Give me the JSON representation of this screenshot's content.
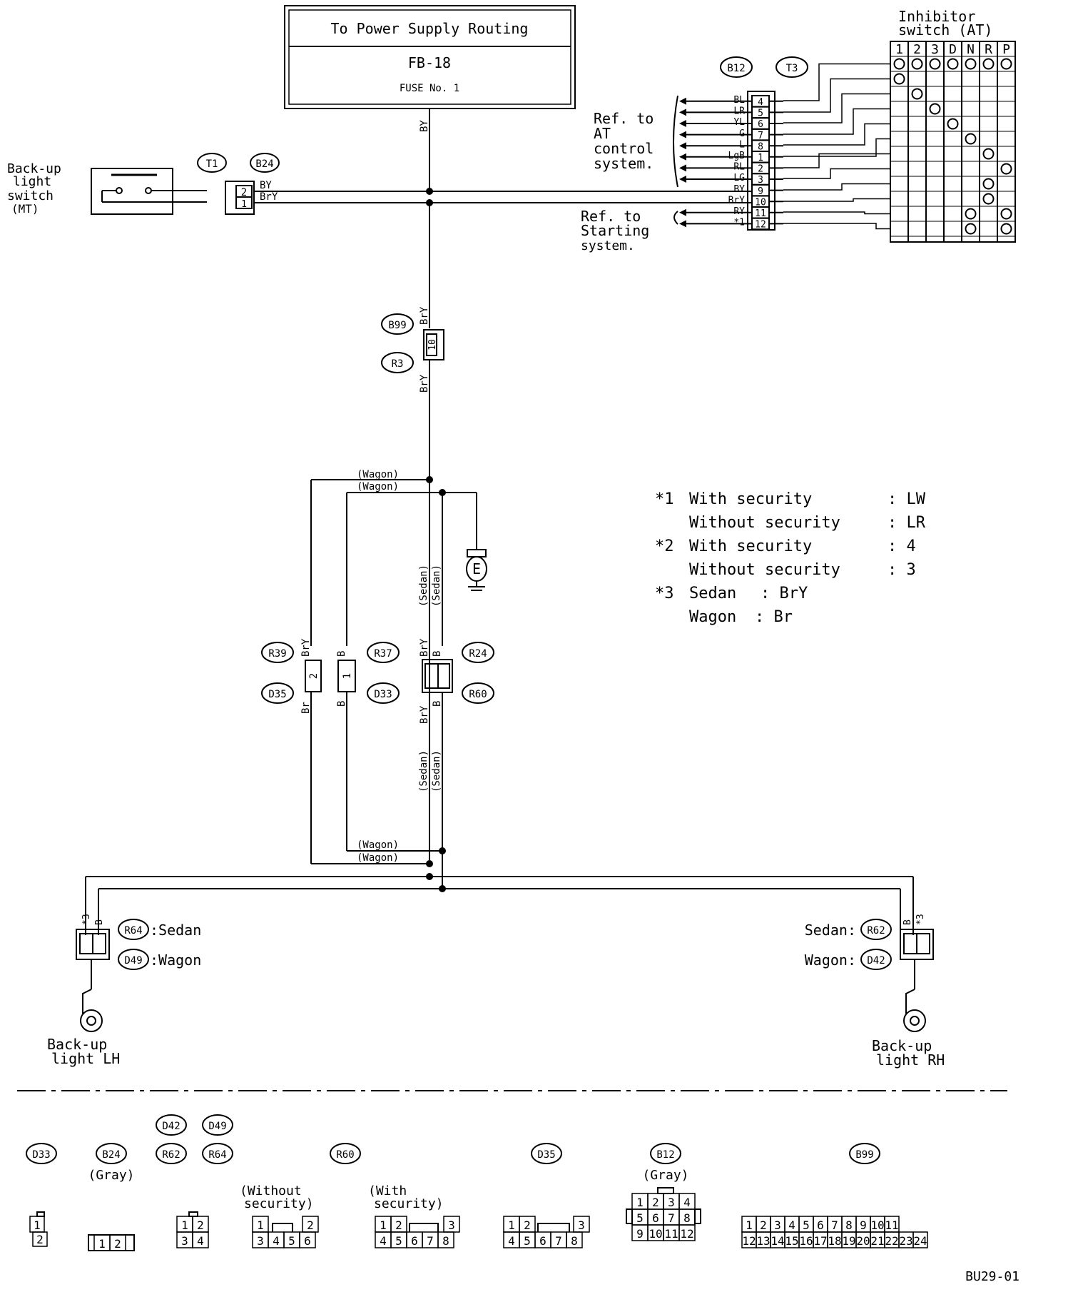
{
  "fuse_box": {
    "title": "To Power Supply Routing",
    "fb": "FB-18",
    "fuse": "FUSE No. 1"
  },
  "inhibitor": {
    "title_line1": "Inhibitor",
    "title_line2": "switch (AT)",
    "positions": [
      "1",
      "2",
      "3",
      "D",
      "N",
      "R",
      "P"
    ]
  },
  "backup_switch": {
    "line1": "Back-up",
    "line2": "light",
    "line3": "switch",
    "line4": "(MT)"
  },
  "ref_at": {
    "line1": "Ref. to",
    "line2": "AT",
    "line3": "control",
    "line4": "system."
  },
  "ref_start": {
    "line1": "Ref. to",
    "line2": "Starting",
    "line3": "system."
  },
  "connectors": {
    "T1": "T1",
    "B24": "B24",
    "B12": "B12",
    "T3": "T3",
    "B99": "B99",
    "R3": "R3",
    "R39": "R39",
    "R37": "R37",
    "R24": "R24",
    "D35": "D35",
    "D33": "D33",
    "R60": "R60",
    "R64": "R64",
    "D49": "D49",
    "R62": "R62",
    "D42": "D42"
  },
  "b12_pins": [
    "4",
    "5",
    "6",
    "7",
    "8",
    "1",
    "2",
    "3",
    "9",
    "10",
    "11",
    "12"
  ],
  "b12_wires": [
    "BL",
    "LR",
    "YL",
    "G",
    "L",
    "LgB",
    "RL",
    "LG",
    "BY",
    "BrY",
    "RY",
    "*1"
  ],
  "wires": {
    "BY": "BY",
    "BrY": "BrY",
    "B": "B",
    "Br": "Br",
    "Wagon": "(Wagon)",
    "Sedan": "(Sedan)",
    "star3": "*3",
    "one": "1",
    "two": "2",
    "ten": "10"
  },
  "ground": "E",
  "lamp_lh": {
    "line1": "Back-up",
    "line2": "light LH",
    "sedan": ":Sedan",
    "wagon": ":Wagon"
  },
  "lamp_rh": {
    "line1": "Back-up",
    "line2": "light RH",
    "sedan": "Sedan:",
    "wagon": "Wagon:"
  },
  "notes": [
    {
      "mark": "*1",
      "label": "With security",
      "value": ": LW"
    },
    {
      "mark": "",
      "label": "Without security",
      "value": ": LR"
    },
    {
      "mark": "*2",
      "label": "With security",
      "value": ": 4"
    },
    {
      "mark": "",
      "label": "Without security",
      "value": ": 3"
    },
    {
      "mark": "*3",
      "label": "Sedan",
      "value": ": BrY"
    },
    {
      "mark": "",
      "label": "Wagon",
      "value": ": Br"
    }
  ],
  "legend": {
    "gray": "(Gray)",
    "without_sec_1": "(Without",
    "without_sec_2": "security)",
    "with_sec_1": "(With",
    "with_sec_2": "security)",
    "d33_pins": [
      "1",
      "2"
    ],
    "b24_pins": [
      "1",
      "2"
    ],
    "d42_pins": [
      "1",
      "2",
      "3",
      "4"
    ],
    "r60a_top": [
      "1",
      "2"
    ],
    "r60a_bot": [
      "3",
      "4",
      "5",
      "6"
    ],
    "r60b_top": [
      "1",
      "2",
      "3"
    ],
    "r60b_bot": [
      "4",
      "5",
      "6",
      "7",
      "8"
    ],
    "d35_top": [
      "1",
      "2",
      "3"
    ],
    "d35_bot": [
      "4",
      "5",
      "6",
      "7",
      "8"
    ],
    "b12_rows": [
      [
        "1",
        "2",
        "3",
        "4"
      ],
      [
        "5",
        "6",
        "7",
        "8"
      ],
      [
        "9",
        "10",
        "11",
        "12"
      ]
    ],
    "b99_top": [
      "1",
      "2",
      "3",
      "4",
      "5",
      "6",
      "7",
      "8",
      "9",
      "10",
      "11"
    ],
    "b99_bot": [
      "12",
      "13",
      "14",
      "15",
      "16",
      "17",
      "18",
      "19",
      "20",
      "21",
      "22",
      "23",
      "24"
    ]
  },
  "code": "BU29-01"
}
